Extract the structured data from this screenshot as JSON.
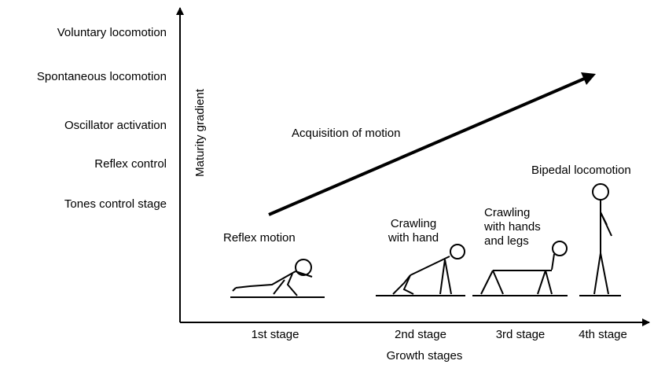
{
  "y_axis": {
    "title": "Maturity gradient",
    "levels": [
      "Voluntary locomotion",
      "Spontaneous locomotion",
      "Oscillator activation",
      "Reflex control",
      "Tones control stage"
    ]
  },
  "x_axis": {
    "title": "Growth stages",
    "stages": [
      "1st stage",
      "2nd stage",
      "3rd stage",
      "4th stage"
    ]
  },
  "arrow_label": "Acquisition of motion",
  "figures": {
    "reflex": "Reflex motion",
    "crawl_hand": [
      "Crawling",
      "with hand"
    ],
    "crawl_hands_legs": [
      "Crawling",
      "with hands",
      "and legs"
    ],
    "bipedal": "Bipedal locomotion"
  }
}
